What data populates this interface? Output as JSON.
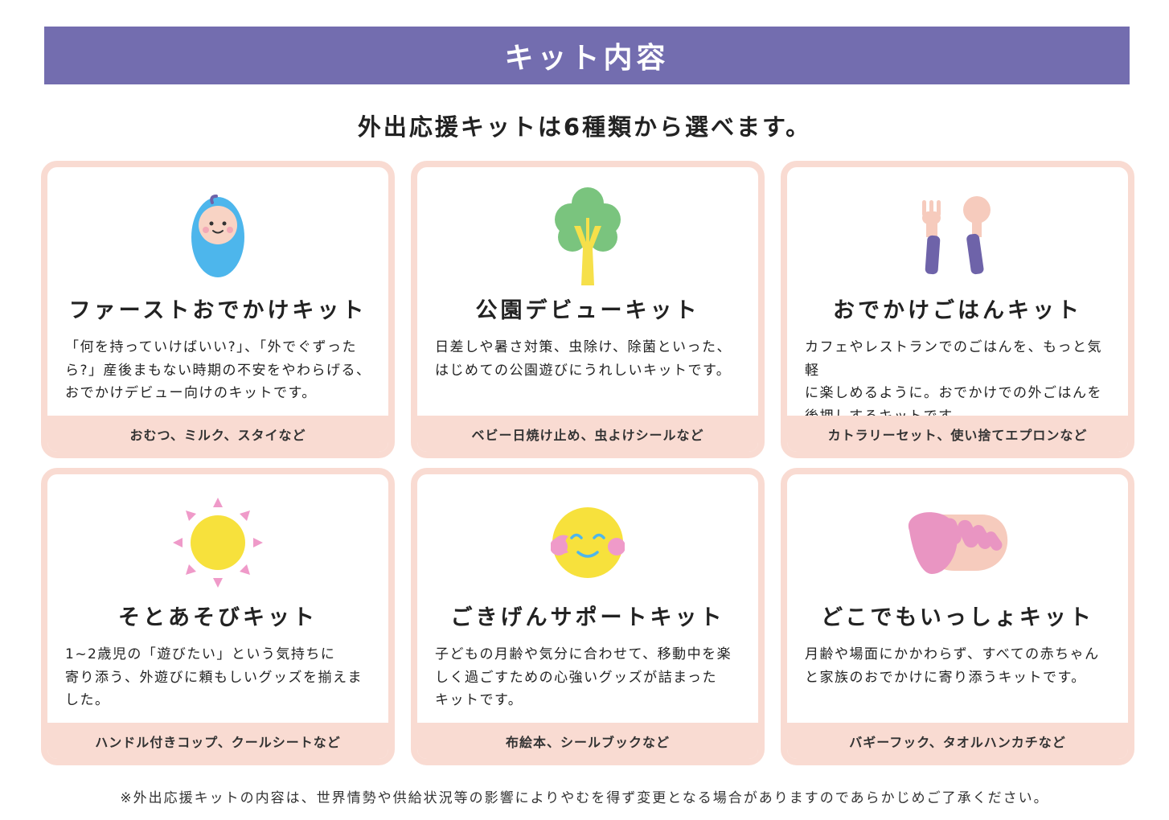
{
  "header": {
    "title": "キット内容"
  },
  "subtitle": "外出応援キットは6種類から選べます。",
  "cards": [
    {
      "icon": "baby-icon",
      "title": "ファーストおでかけキット",
      "desc_lines": [
        "「何を持っていけばいい?」、「外でぐずった",
        "ら?」産後まもない時期の不安をやわらげる、",
        "おでかけデビュー向けのキットです。"
      ],
      "footer": "おむつ、ミルク、スタイなど"
    },
    {
      "icon": "tree-icon",
      "title": "公園デビューキット",
      "desc_lines": [
        "日差しや暑さ対策、虫除け、除菌といった、",
        "はじめての公園遊びにうれしいキットです。"
      ],
      "footer": "ベビー日焼け止め、虫よけシールなど"
    },
    {
      "icon": "cutlery-icon",
      "title": "おでかけごはんキット",
      "desc_lines": [
        "カフェやレストランでのごはんを、もっと気軽",
        "に楽しめるように。おでかけでの外ごはんを",
        "後押しするキットです。"
      ],
      "footer": "カトラリーセット、使い捨てエプロンなど"
    },
    {
      "icon": "sun-icon",
      "title": "そとあそびキット",
      "desc_lines": [
        "1~2歳児の「遊びたい」という気持ちに",
        "寄り添う、外遊びに頼もしいグッズを揃えま",
        "した。"
      ],
      "footer": "ハンドル付きコップ、クールシートなど"
    },
    {
      "icon": "smiley-icon",
      "title": "ごきげんサポートキット",
      "desc_lines": [
        "子どもの月齢や気分に合わせて、移動中を楽",
        "しく過ごすための心強いグッズが詰まった",
        "キットです。"
      ],
      "footer": "布絵本、シールブックなど"
    },
    {
      "icon": "hands-icon",
      "title": "どこでもいっしょキット",
      "desc_lines": [
        "月齢や場面にかかわらず、すべての赤ちゃん",
        "と家族のおでかけに寄り添うキットです。"
      ],
      "footer": "バギーフック、タオルハンカチなど"
    }
  ],
  "note": "※外出応援キットの内容は、世界情勢や供給状況等の影響によりやむを得ず変更となる場合がありますのであらかじめご了承ください。",
  "colors": {
    "header_bg": "#736daf",
    "card_border": "#f9dbd2",
    "baby_blue": "#4db6ec",
    "tree_green": "#7ac47e",
    "trunk_yellow": "#f6e04a",
    "utensil_purple": "#6e63a9",
    "utensil_pink": "#f6cbbd",
    "sun_yellow": "#f7e13c",
    "ray_pink": "#ef9ac9",
    "hand_pink": "#e995c2"
  }
}
